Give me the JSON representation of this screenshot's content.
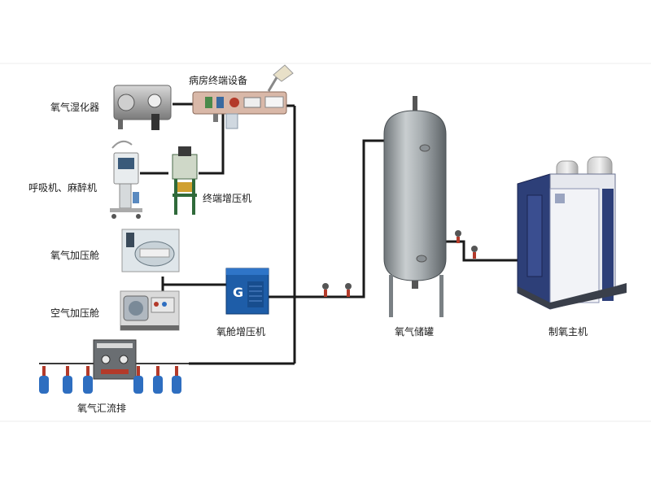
{
  "labels": {
    "humidifier": "氧气湿化器",
    "ward_terminal": "病房终端设备",
    "ventilator": "呼吸机、麻醉机",
    "terminal_booster": "终端增压机",
    "oxygen_chamber": "氧气加压舱",
    "air_chamber": "空气加压舱",
    "cabin_booster": "氧舱增压机",
    "oxygen_tank": "氧气储罐",
    "oxygen_generator": "制氧主机",
    "manifold": "氧气汇流排"
  },
  "colors": {
    "pipe": "#1a1a1a",
    "tank": "#9aa0a3",
    "generator_blue": "#2d3f78",
    "booster_blue": "#1e5da8",
    "cylinder_blue": "#2e6ec0",
    "valve_red": "#b33a2a"
  }
}
